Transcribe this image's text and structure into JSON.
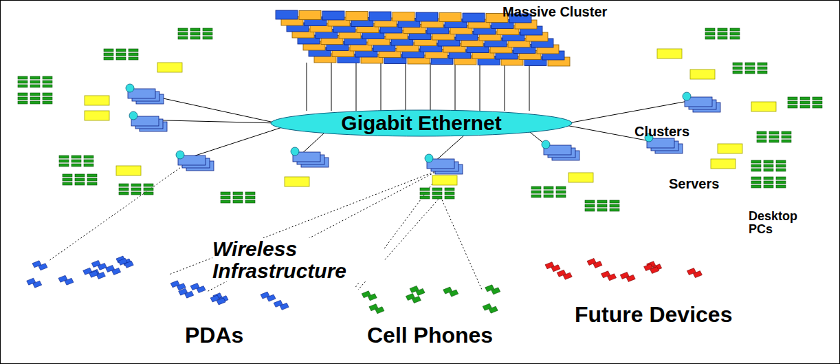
{
  "diagram": {
    "nodes": [
      {
        "text": [
          "Gigabit Ethernet"
        ]
      }
    ],
    "labels": [
      "Massive Cluster",
      "Clusters",
      "Servers",
      "Desktop PCs",
      "Wireless Infrastructure",
      "PDAs",
      "Cell Phones",
      "Future Devices"
    ]
  }
}
